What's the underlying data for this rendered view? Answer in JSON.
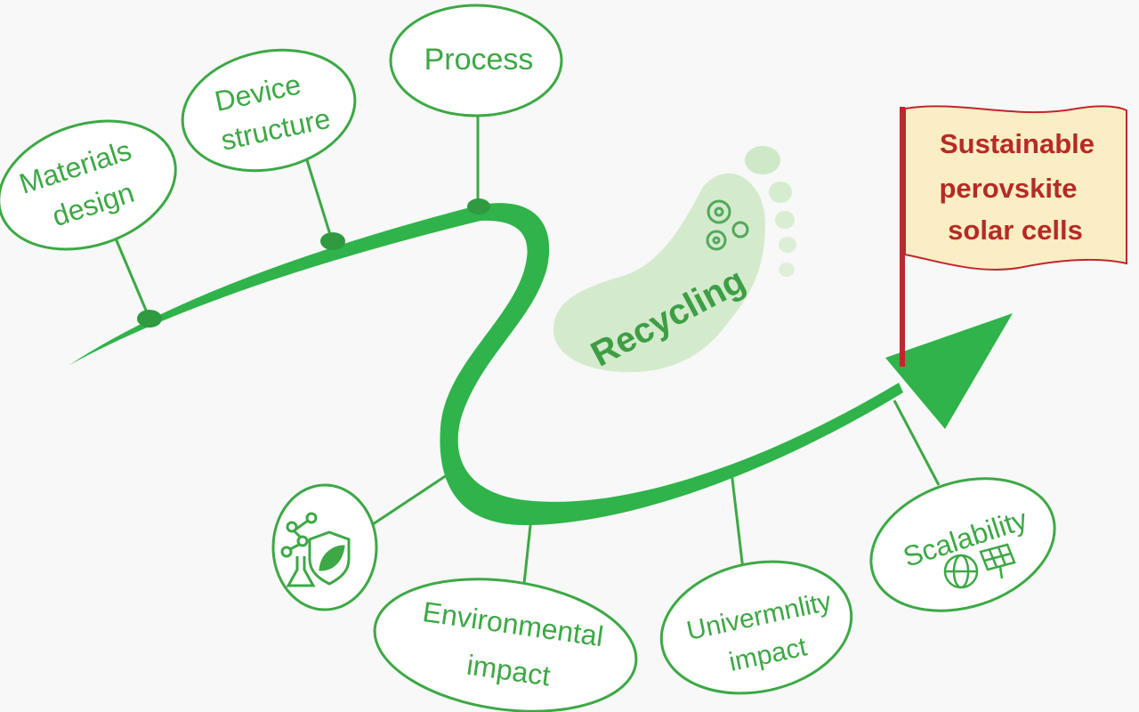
{
  "nodes": {
    "materials_design": [
      "Materials",
      "design"
    ],
    "device_structure": [
      "Device",
      "structure"
    ],
    "process": [
      "Process"
    ],
    "environmental_impact": [
      "Environmental",
      "impact"
    ],
    "univermnlity_impact": [
      "Univermnlity",
      "impact"
    ],
    "scalability": [
      "Scalability"
    ]
  },
  "recycling": "Recycling",
  "goal_flag": [
    "Sustainable",
    "perovskite",
    "solar cells"
  ],
  "colors": {
    "path_green": "#2fb34a",
    "node_stroke": "#3da845",
    "node_text": "#3da845",
    "flag_fill": "#fbeec4",
    "flag_text": "#b52a2a",
    "flag_pole": "#c0272d",
    "footprint": "#cfe8c8"
  }
}
